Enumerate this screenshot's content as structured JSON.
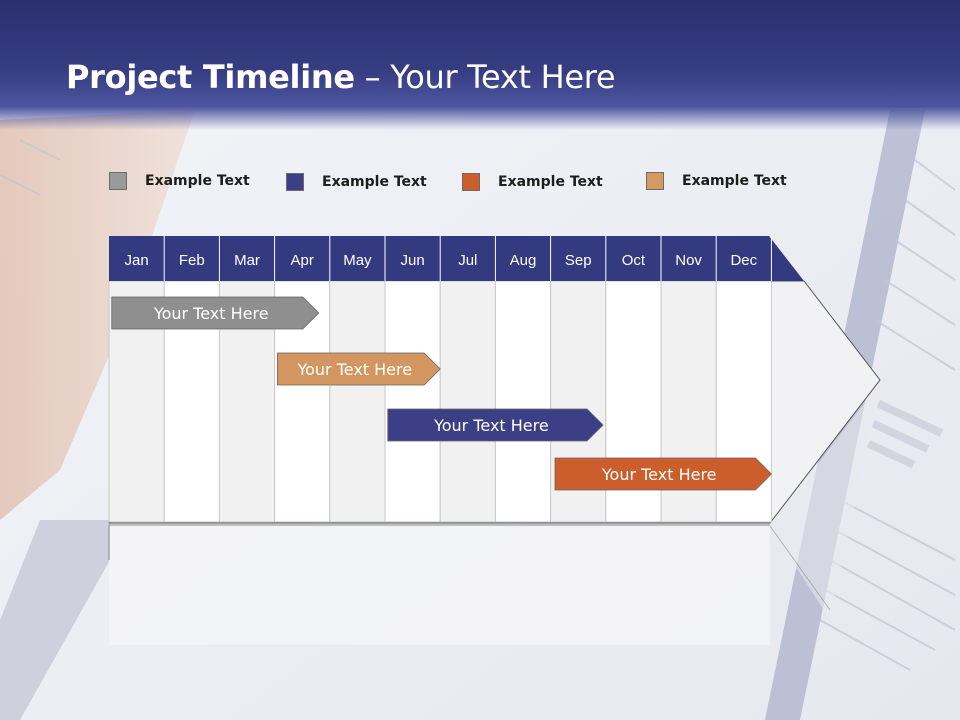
{
  "slide": {
    "title_bold": "Project Timeline",
    "title_rest": " – Your Text Here"
  },
  "legend": [
    {
      "label": "Example Text",
      "color": "#9a9a9a"
    },
    {
      "label": "Example Text",
      "color": "#3c3f86"
    },
    {
      "label": "Example Text",
      "color": "#cc5e2b"
    },
    {
      "label": "Example Text",
      "color": "#d59a62"
    }
  ],
  "timeline": {
    "header_color": "#343a80",
    "months": [
      "Jan",
      "Feb",
      "Mar",
      "Apr",
      "May",
      "Jun",
      "Jul",
      "Aug",
      "Sep",
      "Oct",
      "Nov",
      "Dec"
    ],
    "tasks": [
      {
        "label": "Your  Text Here",
        "start_month": 0.05,
        "end_month": 3.8,
        "color": "#8f8f8f"
      },
      {
        "label": "Your  Text Here",
        "start_month": 3.05,
        "end_month": 6.0,
        "color": "#d49660"
      },
      {
        "label": "Your  Text Here",
        "start_month": 5.05,
        "end_month": 8.95,
        "color": "#3c3f86"
      },
      {
        "label": "Your  Text Here",
        "start_month": 8.08,
        "end_month": 12.0,
        "color": "#cc5e2b"
      }
    ]
  }
}
